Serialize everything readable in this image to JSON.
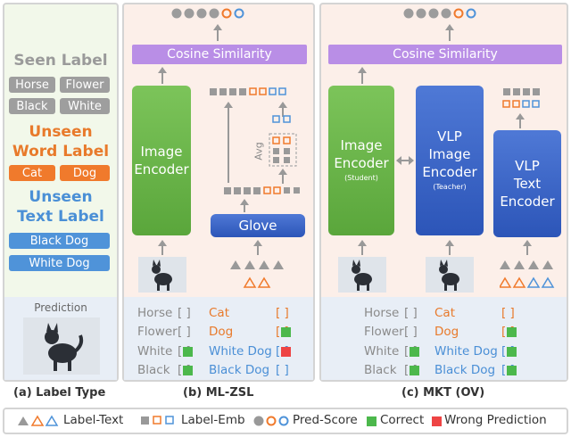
{
  "panel_a": {
    "seen_title": "Seen Label",
    "seen_labels": [
      "Horse",
      "Flower",
      "Black",
      "White"
    ],
    "unseen_word_title_1": "Unseen",
    "unseen_word_title_2": "Word Label",
    "unseen_word_labels": [
      "Cat",
      "Dog"
    ],
    "unseen_text_title_1": "Unseen",
    "unseen_text_title_2": "Text Label",
    "unseen_text_labels": [
      "Black Dog",
      "White Dog"
    ],
    "prediction_label": "Prediction",
    "caption": "(a) Label Type"
  },
  "panel_b": {
    "cosine": "Cosine Similarity",
    "image_encoder_1": "Image",
    "image_encoder_2": "Encoder",
    "glove": "Glove",
    "avg": "Avg",
    "caption": "(b) ML-ZSL",
    "rows": [
      {
        "seen": "Horse",
        "seen_mark": "[   ]",
        "unseen": "Cat",
        "unseen_mark": "[   ]"
      },
      {
        "seen": "Flower",
        "seen_mark": "[   ]",
        "unseen": "Dog",
        "unseen_mark": "[   ]"
      },
      {
        "seen": "White",
        "seen_mark": "[   ]",
        "unseen": "White Dog",
        "unseen_mark": "[   ]"
      },
      {
        "seen": "Black",
        "seen_mark": "[   ]",
        "unseen": "Black Dog",
        "unseen_mark": "[   ]"
      }
    ]
  },
  "panel_c": {
    "cosine": "Cosine Similarity",
    "student_1": "Image",
    "student_2": "Encoder",
    "student_sub": "(Student)",
    "vlp_img_1": "VLP",
    "vlp_img_2": "Image",
    "vlp_img_3": "Encoder",
    "teacher_sub": "(Teacher)",
    "vlp_txt_1": "VLP",
    "vlp_txt_2": "Text",
    "vlp_txt_3": "Encoder",
    "caption": "(c) MKT (OV)",
    "rows": [
      {
        "seen": "Horse",
        "seen_mark": "[   ]",
        "unseen": "Cat",
        "unseen_mark": "[   ]"
      },
      {
        "seen": "Flower",
        "seen_mark": "[   ]",
        "unseen": "Dog",
        "unseen_mark": "[   ]"
      },
      {
        "seen": "White",
        "seen_mark": "[   ]",
        "unseen": "White Dog",
        "unseen_mark": "[   ]"
      },
      {
        "seen": "Black",
        "seen_mark": "[   ]",
        "unseen": "Black Dog",
        "unseen_mark": "[   ]"
      }
    ]
  },
  "legend": {
    "label_text": "Label-Text",
    "label_emb": "Label-Emb",
    "pred_score": "Pred-Score",
    "correct": "Correct",
    "wrong": "Wrong Prediction"
  },
  "colors": {
    "green_encoder": "#5aa63b",
    "blue_encoder": "#2c55b8",
    "cosine": "#b98ee6",
    "seen_gray": "#9e9e9e",
    "unseen_orange": "#f07a2c",
    "text_blue": "#4f93d9",
    "correct": "#4cb84c",
    "wrong": "#ee4444"
  }
}
